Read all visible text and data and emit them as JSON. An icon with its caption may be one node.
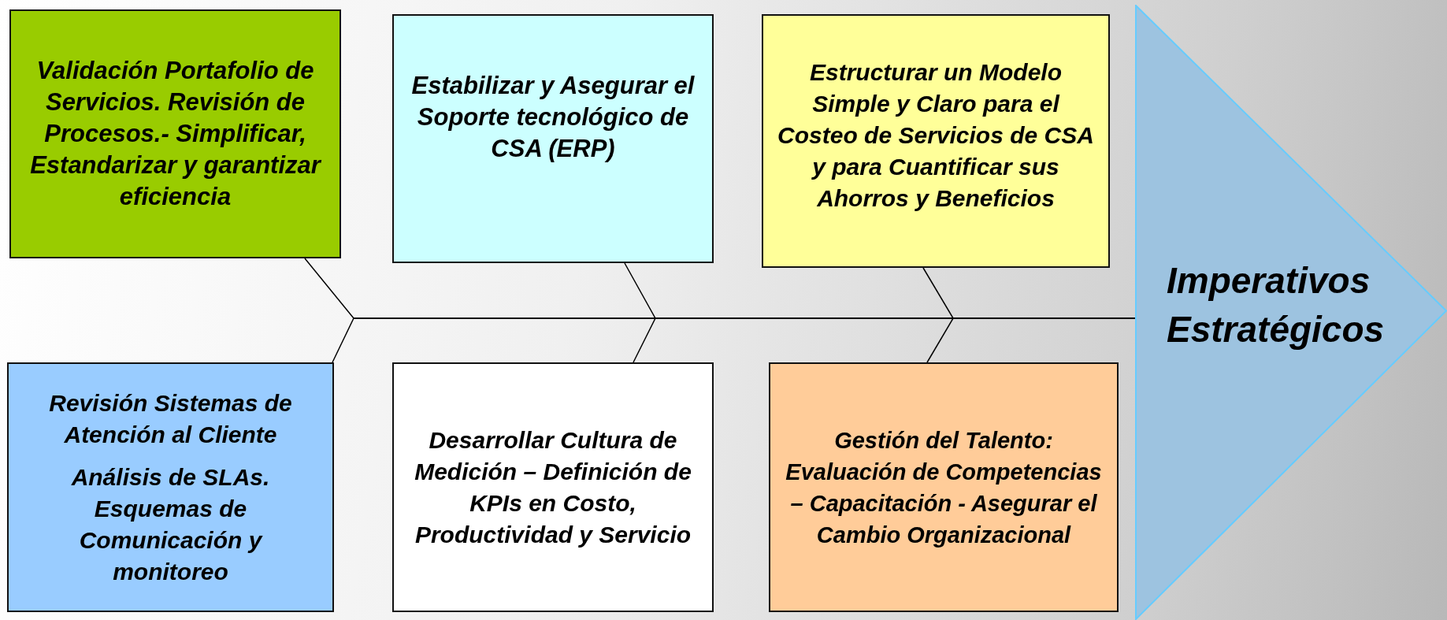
{
  "diagram": {
    "nodes": [
      {
        "text": [
          "Validación Portafolio de Servicios. Revisión de Procesos.- Simplificar, Estandarizar y garantizar eficiencia"
        ]
      },
      {
        "text": [
          "Estabilizar y Asegurar el Soporte tecnológico de CSA (ERP)"
        ]
      },
      {
        "text": [
          "Estructurar un Modelo Simple y Claro para el Costeo de Servicios de CSA y para Cuantificar sus Ahorros y Beneficios"
        ]
      },
      {
        "text": [
          "Revisión Sistemas de Atención al Cliente",
          "Análisis de SLAs. Esquemas de Comunicación y monitoreo"
        ]
      },
      {
        "text": [
          "Desarrollar Cultura de Medición – Definición de KPIs en Costo, Productividad y Servicio"
        ]
      },
      {
        "text": [
          "Gestión del Talento: Evaluación de Competencias – Capacitación - Asegurar el Cambio Organizacional"
        ]
      },
      {
        "text": [
          "Imperativos Estratégicos"
        ]
      }
    ],
    "edges": [
      {
        "from": 0,
        "to": 6,
        "arrow": "none"
      },
      {
        "from": 1,
        "to": 6,
        "arrow": "none"
      },
      {
        "from": 2,
        "to": 6,
        "arrow": "none"
      },
      {
        "from": 3,
        "to": 6,
        "arrow": "none"
      },
      {
        "from": 4,
        "to": 6,
        "arrow": "none"
      },
      {
        "from": 5,
        "to": 6,
        "arrow": "none"
      }
    ]
  }
}
